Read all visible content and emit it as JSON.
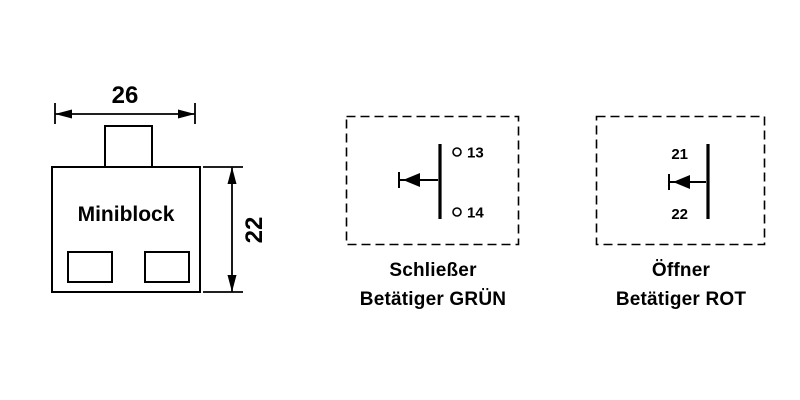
{
  "miniblock": {
    "label": "Miniblock",
    "width_dimension": "26",
    "height_dimension": "22"
  },
  "no_contact": {
    "terminal_top": "13",
    "terminal_bottom": "14",
    "caption_line1": "Schließer",
    "caption_line2": "Betätiger GRÜN"
  },
  "nc_contact": {
    "terminal_top": "21",
    "terminal_bottom": "22",
    "caption_line1": "Öffner",
    "caption_line2": "Betätiger ROT"
  }
}
